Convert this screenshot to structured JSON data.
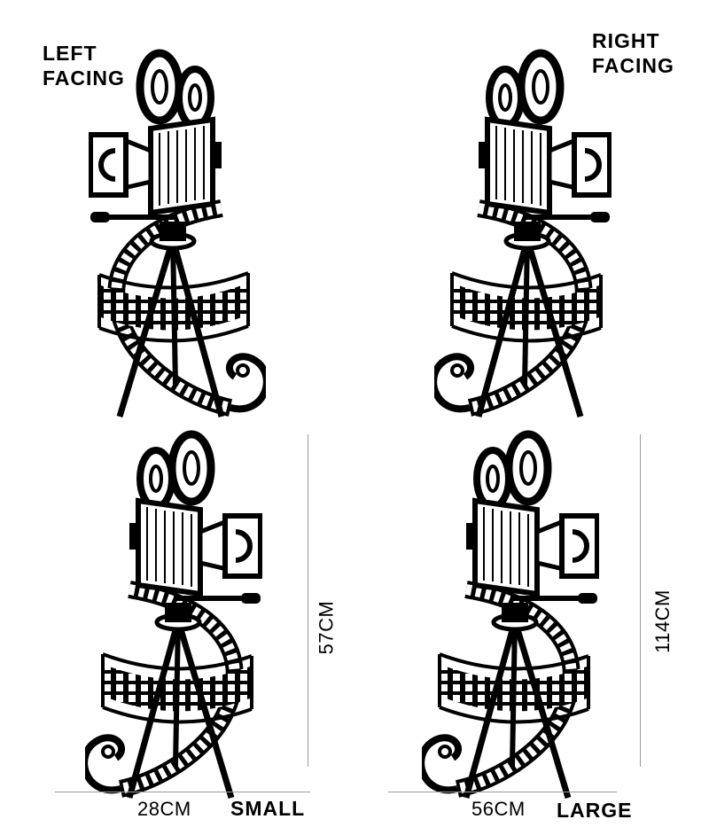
{
  "labels": {
    "left_line1": "LEFT",
    "left_line2": "FACING",
    "right_line1": "RIGHT",
    "right_line2": "FACING",
    "small_width": "28CM",
    "small_name": "SMALL",
    "small_height": "57CM",
    "large_width": "56CM",
    "large_name": "LARGE",
    "large_height": "114CM"
  },
  "colors": {
    "ink": "#000000",
    "background": "#ffffff",
    "rule": "#9a9a9a"
  },
  "icons": [
    "movie-camera-on-tripod-icon"
  ]
}
